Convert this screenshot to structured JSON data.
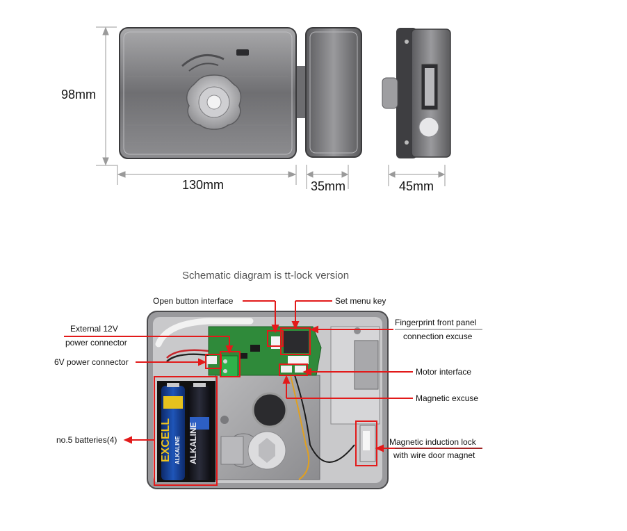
{
  "dimensions": {
    "height": "98mm",
    "width": "130mm",
    "depth_side": "35mm",
    "depth_profile": "45mm"
  },
  "schematic": {
    "heading": "Schematic diagram is tt-lock version",
    "battery_brand": "EXCELL",
    "battery_type": "ALKALINE"
  },
  "callouts": {
    "open_button": "Open button interface",
    "set_menu": "Set menu key",
    "ext_power_1": "External 12V",
    "ext_power_2": "power connector",
    "fingerprint_1": "Fingerprint front panel",
    "fingerprint_2": "connection excuse",
    "six_volt": "6V power connector",
    "motor": "Motor interface",
    "magnetic_excuse": "Magnetic excuse",
    "batteries": "no.5 batteries(4)",
    "induction_1": "Magnetic induction lock",
    "induction_2": "with wire door magnet"
  },
  "colors": {
    "callout_red": "#e21a1a",
    "steel": "#7d7d80",
    "pcb_green": "#2f8a3a"
  }
}
